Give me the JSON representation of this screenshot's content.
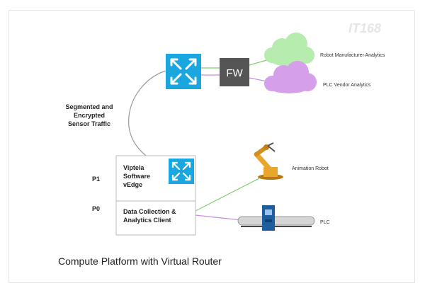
{
  "diagram": {
    "caption": "Compute Platform with Virtual Router",
    "traffic_label": [
      "Segmented and",
      "Encrypted",
      "Sensor Traffic"
    ],
    "firewall_label": "FW",
    "clouds": {
      "robot_manufacturer": "Robot Manufacturer Analytics",
      "plc_vendor": "PLC Vendor Analytics"
    },
    "platform": {
      "p1_label": "P1",
      "p0_label": "P0",
      "vedge_label": [
        "Viptela",
        "Software",
        "vEdge"
      ],
      "client_label": [
        "Data Collection &",
        "Analytics Client"
      ]
    },
    "devices": {
      "robot": "Animation Robot",
      "plc": "PLC"
    },
    "watermark": "IT168",
    "colors": {
      "router_blue": "#1aa7e0",
      "cloud_green": "#b6ecae",
      "cloud_purple": "#d59fea",
      "firewall_gray": "#555555",
      "robot_orange": "#e8a62c",
      "plc_blue": "#1f5e9e"
    }
  }
}
